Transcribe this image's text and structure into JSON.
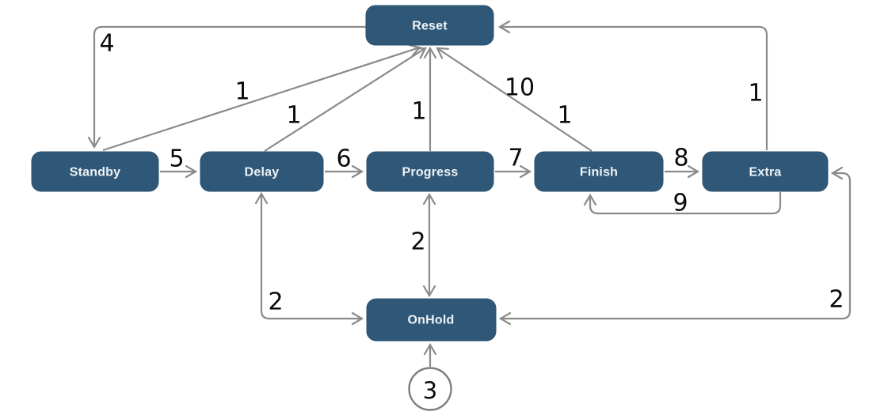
{
  "diagram": {
    "type": "state-transition-diagram",
    "colors": {
      "background": "#ffffff",
      "node_fill": "#2F5878",
      "node_border": "#2A4F6D",
      "node_text": "#EFF3F6",
      "edge_line": "#8A8A8A",
      "edge_label_text": "#0a0a0a",
      "start_circle_fill": "#ffffff",
      "start_circle_border": "#7E7E7E"
    },
    "nodes": {
      "reset": {
        "label": "Reset"
      },
      "standby": {
        "label": "Standby"
      },
      "delay": {
        "label": "Delay"
      },
      "progress": {
        "label": "Progress"
      },
      "finish": {
        "label": "Finish"
      },
      "extra": {
        "label": "Extra"
      },
      "onhold": {
        "label": "OnHold"
      }
    },
    "start_marker": {
      "label": "3",
      "to": "OnHold"
    },
    "edges": {
      "reset_standby": {
        "from": "Reset",
        "to": "Standby",
        "label": "4",
        "bidirectional": false
      },
      "standby_reset": {
        "from": "Standby",
        "to": "Reset",
        "label": "1",
        "bidirectional": false
      },
      "delay_reset": {
        "from": "Delay",
        "to": "Reset",
        "label": "1",
        "bidirectional": false
      },
      "progress_reset": {
        "from": "Progress",
        "to": "Reset",
        "label": "1",
        "bidirectional": false
      },
      "finish_reset_a": {
        "from": "Finish",
        "to": "Reset",
        "label": "10",
        "bidirectional": false
      },
      "finish_reset_b": {
        "from": "Finish",
        "to": "Reset",
        "label": "1",
        "bidirectional": false
      },
      "extra_reset": {
        "from": "Extra",
        "to": "Reset",
        "label": "1",
        "bidirectional": false
      },
      "standby_delay": {
        "from": "Standby",
        "to": "Delay",
        "label": "5",
        "bidirectional": false
      },
      "delay_progress": {
        "from": "Delay",
        "to": "Progress",
        "label": "6",
        "bidirectional": false
      },
      "progress_finish": {
        "from": "Progress",
        "to": "Finish",
        "label": "7",
        "bidirectional": false
      },
      "finish_extra": {
        "from": "Finish",
        "to": "Extra",
        "label": "8",
        "bidirectional": false
      },
      "extra_finish": {
        "from": "Extra",
        "to": "Finish",
        "label": "9",
        "bidirectional": false
      },
      "delay_onhold": {
        "from": "Delay",
        "to": "OnHold",
        "label": "2",
        "bidirectional": true
      },
      "progress_onhold": {
        "from": "Progress",
        "to": "OnHold",
        "label": "2",
        "bidirectional": true
      },
      "extra_onhold": {
        "from": "Extra",
        "to": "OnHold",
        "label": "2",
        "bidirectional": true
      },
      "start_onhold": {
        "from": "start",
        "to": "OnHold",
        "label": "",
        "bidirectional": false
      }
    }
  }
}
